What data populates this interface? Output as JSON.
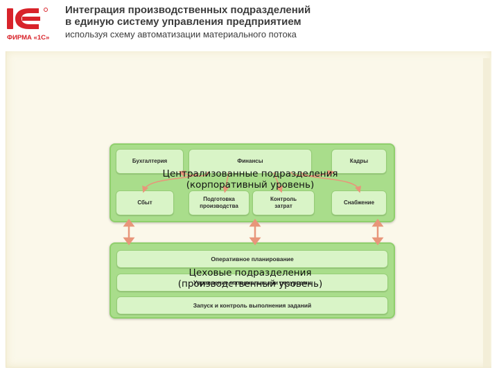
{
  "slide": {
    "title_line1": "Интеграция производственных подразделений",
    "title_line2": "в единую систему управления предприятием",
    "subtitle": "используя схему автоматизации материального потока",
    "logo_text": "ФИРМА «1С»",
    "logo_mark": "1С"
  },
  "central": {
    "label_line1": "Централизованные подразделения",
    "label_line2": "(корпоративный уровень)",
    "units": {
      "accounting": "Бухгалтерия",
      "finance": "Финансы",
      "hr": "Кадры",
      "sales": "Сбыт",
      "prep_line1": "Подготовка",
      "prep_line2": "производства",
      "control_line1": "Контроль",
      "control_line2": "затрат",
      "supply": "Снабжение"
    }
  },
  "shop": {
    "label_line1": "Цеховые подразделения",
    "label_line2": "(производственный уровень)",
    "bars": {
      "planning": "Оперативное планирование",
      "resources": "Управление материальными ресурсами",
      "launch": "Запуск и контроль выполнения заданий"
    }
  },
  "colors": {
    "group_fill": "#a9dd8b",
    "unit_fill": "#d9f4c7",
    "arrow": "#e8967a",
    "background": "#fbf8ea"
  }
}
